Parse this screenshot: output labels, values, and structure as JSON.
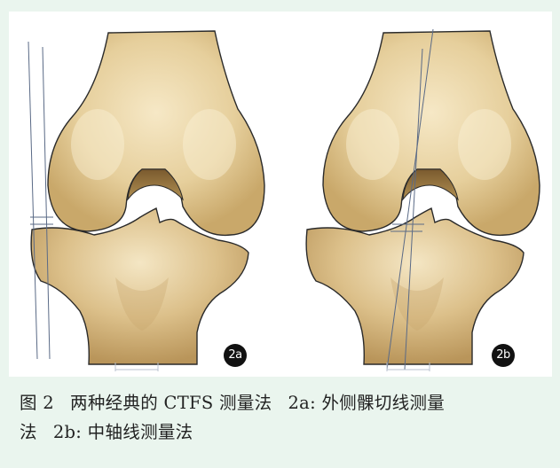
{
  "panels": [
    {
      "id": "2a",
      "label": "2a",
      "method": "lateral-condyle-tangent"
    },
    {
      "id": "2b",
      "label": "2b",
      "method": "central-axis"
    }
  ],
  "caption": {
    "figure": "图 2",
    "title": "两种经典的 CTFS 测量法",
    "part_a_label": "2a:",
    "part_a_line1": "外侧髁切线测量",
    "part_a_line2": "法",
    "part_b_label": "2b:",
    "part_b_text": "中轴线测量法"
  },
  "colors": {
    "page_background": "#eaf5ee",
    "bone_light": "#f3e2bc",
    "bone_mid": "#d9bd84",
    "bone_dark": "#b08f52",
    "outline": "#2a2a2a",
    "measurement_line": "#5a6a86"
  }
}
